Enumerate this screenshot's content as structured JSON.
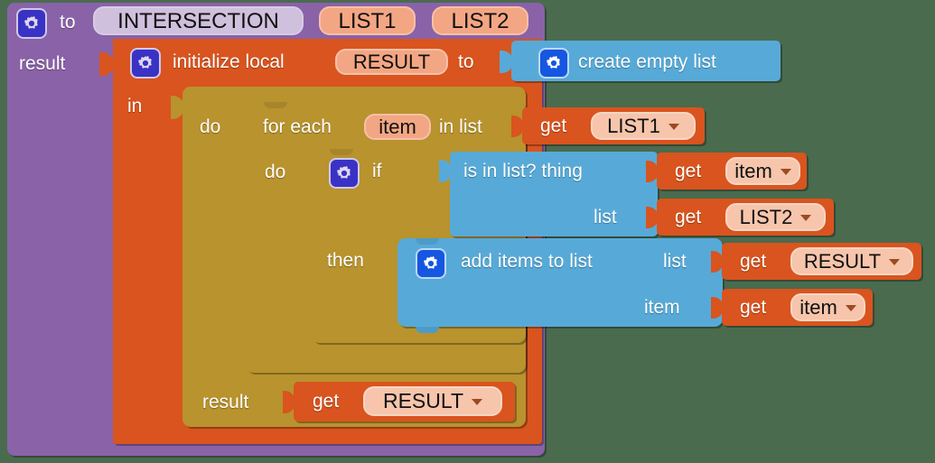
{
  "app": {
    "title": "MIT App Inventor Blocks Editor",
    "canvas_background": "#4a6b4e"
  },
  "colors": {
    "procedure": "#8a62a8",
    "variables": "#d9541e",
    "control": "#b8932e",
    "lists": "#57aad8",
    "gear_purple": "#3a32c4",
    "gear_blue": "#1557e0"
  },
  "blocks": {
    "procedure": {
      "type": "procedures_defreturn",
      "mutator_icon": "gear-icon",
      "to_label": "to",
      "name": "INTERSECTION",
      "params": [
        "LIST1",
        "LIST2"
      ],
      "result_label": "result"
    },
    "local": {
      "type": "local_declaration_expression",
      "mutator_icon": "gear-icon",
      "init_label": "initialize local",
      "var_name": "RESULT",
      "to_label": "to",
      "in_label": "in"
    },
    "create_empty_list": {
      "type": "lists_create_with",
      "mutator_icon": "gear-icon",
      "label": "create empty list"
    },
    "do_result": {
      "type": "controls_do_then_return",
      "do_label": "do",
      "result_label": "result"
    },
    "for_each": {
      "type": "controls_forEach",
      "prefix_label": "for each",
      "loop_var": "item",
      "in_list_label": "in list",
      "do_label": "do"
    },
    "get_list1": {
      "type": "lexical_variable_get",
      "get_label": "get",
      "variable": "LIST1"
    },
    "if_block": {
      "type": "controls_if",
      "mutator_icon": "gear-icon",
      "if_label": "if",
      "then_label": "then"
    },
    "is_in_list": {
      "type": "lists_is_in",
      "thing_label": "is in list? thing",
      "list_label": "list"
    },
    "get_item_thing": {
      "type": "lexical_variable_get",
      "get_label": "get",
      "variable": "item"
    },
    "get_list2": {
      "type": "lexical_variable_get",
      "get_label": "get",
      "variable": "LIST2"
    },
    "add_items": {
      "type": "lists_add_items",
      "mutator_icon": "gear-icon",
      "label": "add items to list",
      "list_label": "list",
      "item_label": "item"
    },
    "get_result_add": {
      "type": "lexical_variable_get",
      "get_label": "get",
      "variable": "RESULT"
    },
    "get_item_add": {
      "type": "lexical_variable_get",
      "get_label": "get",
      "variable": "item"
    },
    "get_result_return": {
      "type": "lexical_variable_get",
      "get_label": "get",
      "variable": "RESULT"
    }
  }
}
